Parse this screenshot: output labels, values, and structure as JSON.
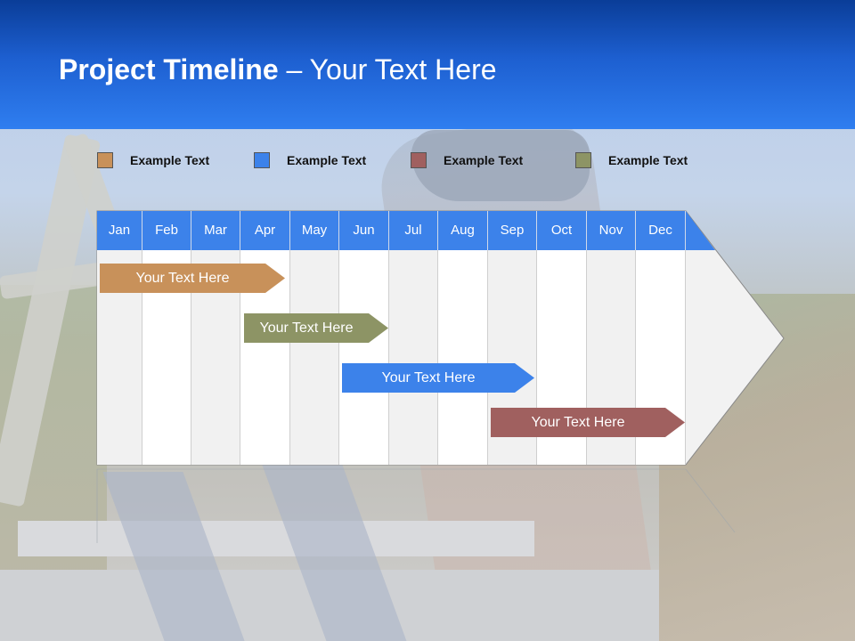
{
  "slide": {
    "title_bold": "Project Timeline",
    "title_rest": " – Your Text Here"
  },
  "legend": [
    {
      "label": "Example Text",
      "color": "#c8915a"
    },
    {
      "label": "Example Text",
      "color": "#3c82ea"
    },
    {
      "label": "Example Text",
      "color": "#a0605f"
    },
    {
      "label": "Example Text",
      "color": "#8d9465"
    }
  ],
  "months": [
    "Jan",
    "Feb",
    "Mar",
    "Apr",
    "May",
    "Jun",
    "Jul",
    "Aug",
    "Sep",
    "Oct",
    "Nov",
    "Dec"
  ],
  "tasks": [
    {
      "label": "Your  Text Here",
      "color": "#c8915a"
    },
    {
      "label": "Your  Text Here",
      "color": "#8d9465"
    },
    {
      "label": "Your  Text Here",
      "color": "#3c82ea"
    },
    {
      "label": "Your  Text Here",
      "color": "#a0605f"
    }
  ],
  "colors": {
    "header_dark": "#0a3d98",
    "header_light": "#2f7ef0",
    "month_header": "#3c82ea"
  }
}
